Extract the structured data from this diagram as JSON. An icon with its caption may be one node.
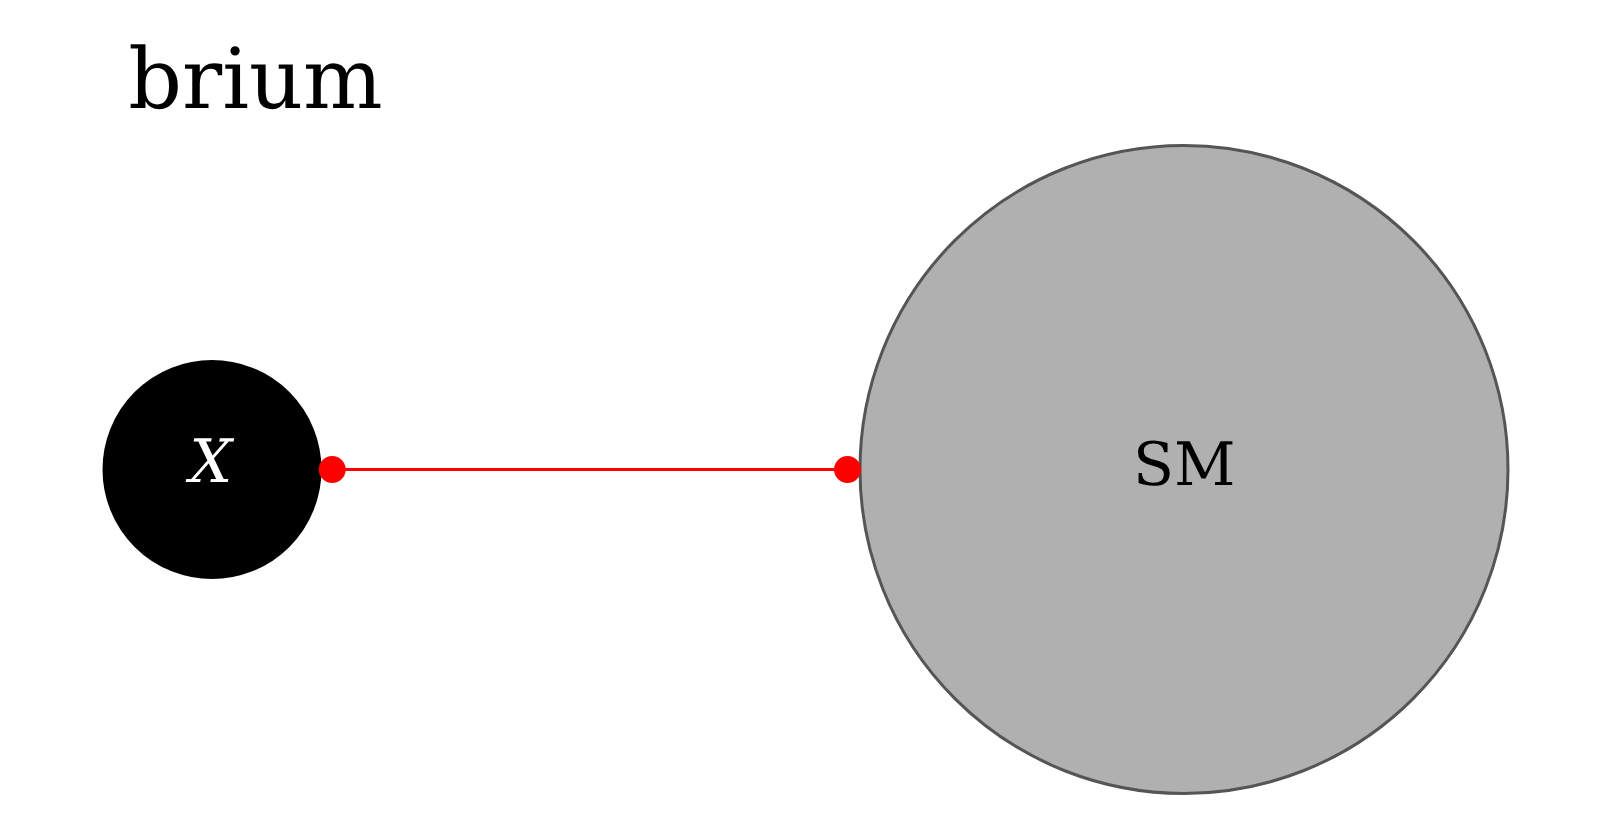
{
  "diagram": {
    "title": "brium",
    "nodes": [
      {
        "text": [
          "X"
        ]
      },
      {
        "text": [
          "SM"
        ]
      }
    ],
    "edges": [
      {
        "from": 0,
        "to": 1,
        "arrow": "other",
        "color": "#ff0000"
      }
    ]
  }
}
